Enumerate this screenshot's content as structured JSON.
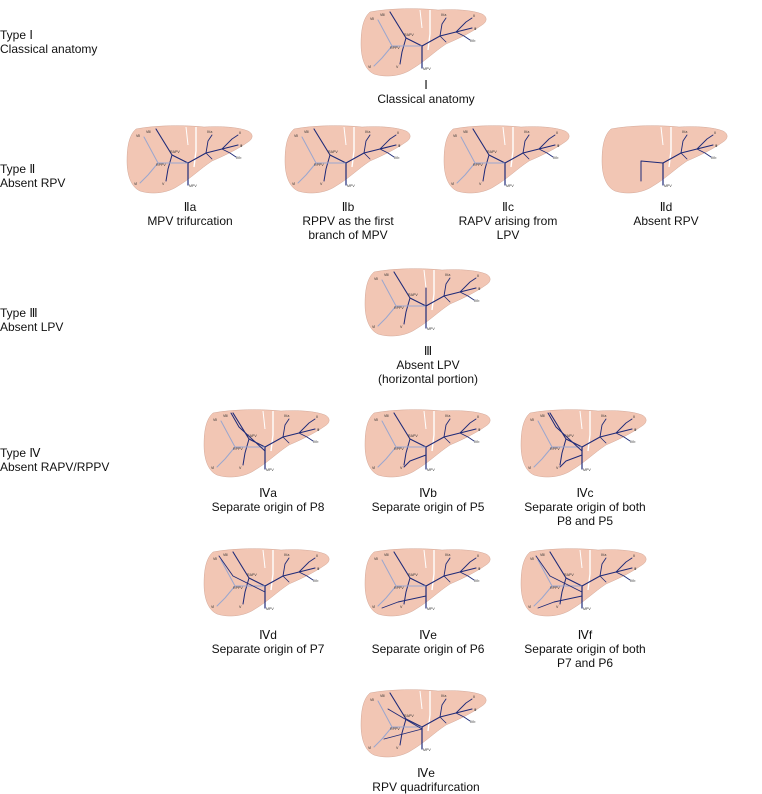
{
  "types": [
    {
      "roman": "Type Ⅰ",
      "desc": "Classical anatomy"
    },
    {
      "roman": "Type Ⅱ",
      "desc": "Absent RPV"
    },
    {
      "roman": "Type Ⅲ",
      "desc": "Absent LPV"
    },
    {
      "roman": "Type Ⅳ",
      "desc": "Absent RAPV/RPPV"
    }
  ],
  "segment_labels": {
    "s2": "Ⅱ",
    "s3": "Ⅲ",
    "s4": "Ⅳa",
    "s4b": "Ⅳb",
    "s5": "Ⅴ",
    "s6": "Ⅵ",
    "s7": "Ⅶ",
    "s8": "Ⅷ",
    "rapv": "RAPV",
    "rppv": "RPPV",
    "rpv": "RPV",
    "lpv": "LPV",
    "mpv": "MPV"
  },
  "panels": [
    {
      "id": "I",
      "code": "Ⅰ",
      "l1": "Classical anatomy",
      "l2": ""
    },
    {
      "id": "IIa",
      "code": "Ⅱa",
      "l1": "MPV trifurcation",
      "l2": ""
    },
    {
      "id": "IIb",
      "code": "Ⅱb",
      "l1": "RPPV as the first",
      "l2": "branch of MPV"
    },
    {
      "id": "IIc",
      "code": "Ⅱc",
      "l1": "RAPV arising from",
      "l2": "LPV"
    },
    {
      "id": "IId",
      "code": "Ⅱd",
      "l1": "Absent RPV",
      "l2": ""
    },
    {
      "id": "III",
      "code": "Ⅲ",
      "l1": "Absent LPV",
      "l2": "(horizontal portion)"
    },
    {
      "id": "IVa",
      "code": "Ⅳa",
      "l1": "Separate origin of P8",
      "l2": ""
    },
    {
      "id": "IVb",
      "code": "Ⅳb",
      "l1": "Separate origin of P5",
      "l2": ""
    },
    {
      "id": "IVc",
      "code": "Ⅳc",
      "l1": "Separate origin of both",
      "l2": "P8 and P5"
    },
    {
      "id": "IVd",
      "code": "Ⅳd",
      "l1": "Separate origin of P7",
      "l2": ""
    },
    {
      "id": "IVe",
      "code": "Ⅳe",
      "l1": "Separate origin of P6",
      "l2": ""
    },
    {
      "id": "IVf",
      "code": "Ⅳf",
      "l1": "Separate origin of both",
      "l2": "P7 and P6"
    },
    {
      "id": "IVg",
      "code": "Ⅳe",
      "l1": "RPV quadrifurcation",
      "l2": ""
    }
  ],
  "colors": {
    "liver": "#f2c6b4",
    "outline": "#c99a8a",
    "vein": "#1e2a78",
    "vein_light": "#9aa6cf",
    "fissure": "#ffffff"
  }
}
